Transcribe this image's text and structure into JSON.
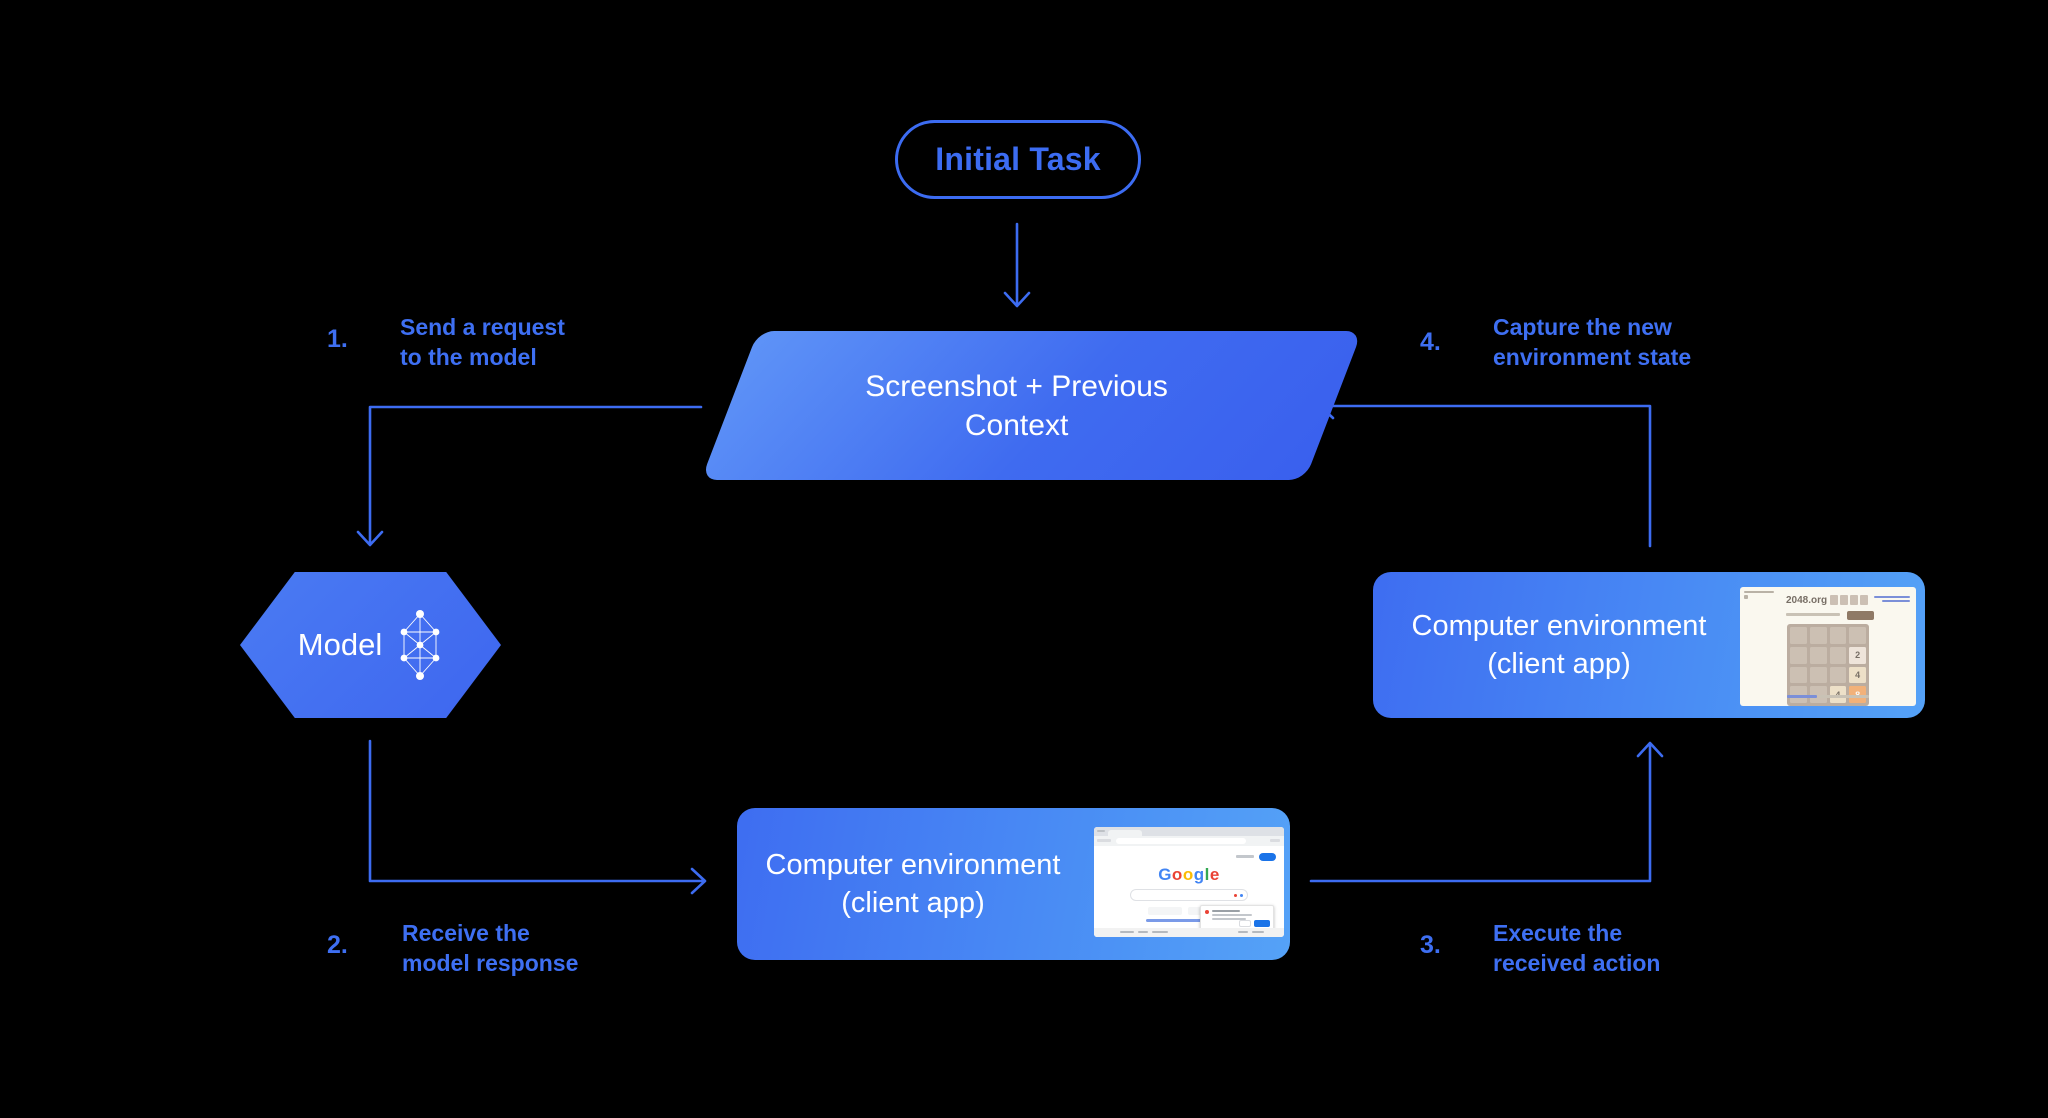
{
  "colors": {
    "background": "#000000",
    "accent_blue": "#3D6CF1",
    "label_blue": "#3E6FF2",
    "box_gradient_start": "#3E6DF1",
    "box_gradient_end": "#55A2F7",
    "parallelogram_gradient_start": "#5E93F7",
    "parallelogram_gradient_end": "#3A60EE",
    "hexagon_blue": "#4474F1",
    "node_text": "#FFFFFF",
    "google_button_blue": "#1A73E8",
    "tile_orange": "#F2B179"
  },
  "nodes": {
    "initial_task": {
      "label": "Initial Task"
    },
    "screenshot_context": {
      "line1": "Screenshot + Previous",
      "line2": "Context"
    },
    "model": {
      "label": "Model",
      "icon": "neural-network-icon"
    },
    "computer_env_right": {
      "line1": "Computer environment",
      "line2": "(client app)",
      "screenshot": "2048-game"
    },
    "computer_env_bottom": {
      "line1": "Computer environment",
      "line2": "(client app)",
      "screenshot": "google-homepage"
    }
  },
  "steps": [
    {
      "num": "1.",
      "line1": "Send a request",
      "line2": "to the model"
    },
    {
      "num": "2.",
      "line1": "Receive the",
      "line2": "model response"
    },
    {
      "num": "3.",
      "line1": "Execute the",
      "line2": "received action"
    },
    {
      "num": "4.",
      "line1": "Capture the new",
      "line2": "environment state"
    }
  ],
  "mini_2048": {
    "site_title": "2048.org",
    "tiles": {
      "r2c4": "2",
      "r3c4": "4",
      "r4c3": "4",
      "r4c4": "8"
    }
  },
  "mini_google": {
    "logo": [
      {
        "ch": "G",
        "style": "color:#4285F4"
      },
      {
        "ch": "o",
        "style": "color:#EA4335"
      },
      {
        "ch": "o",
        "style": "color:#FBBC05"
      },
      {
        "ch": "g",
        "style": "color:#4285F4"
      },
      {
        "ch": "l",
        "style": "color:#34A853"
      },
      {
        "ch": "e",
        "style": "color:#EA4335"
      }
    ]
  }
}
